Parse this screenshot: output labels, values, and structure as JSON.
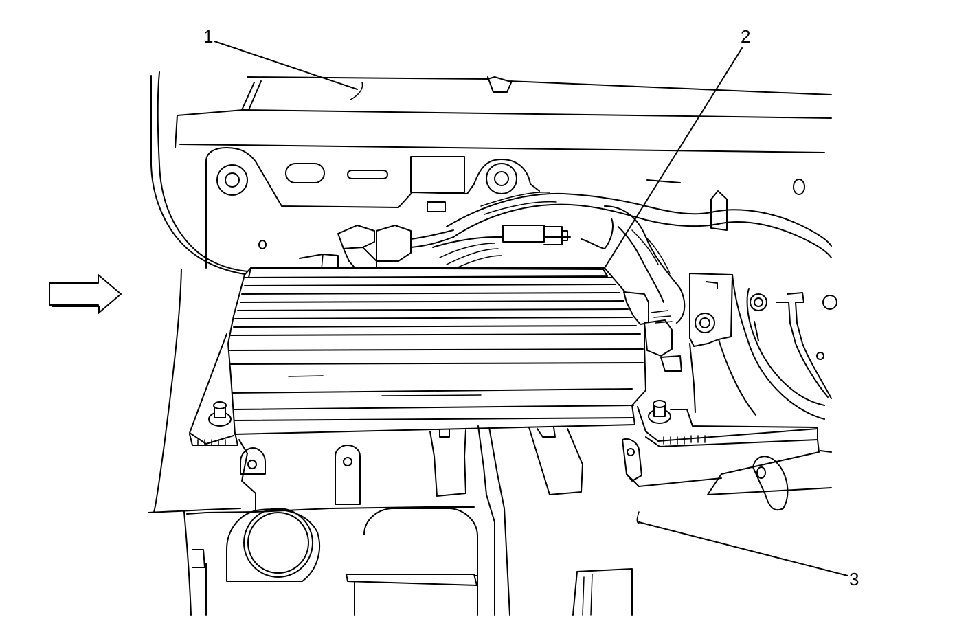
{
  "callouts": [
    {
      "id": "1",
      "label": "1"
    },
    {
      "id": "2",
      "label": "2"
    },
    {
      "id": "3",
      "label": "3"
    }
  ],
  "icons": {
    "direction_arrow": "right-arrow-icon"
  },
  "colors": {
    "line": "#000000",
    "background": "#ffffff"
  }
}
